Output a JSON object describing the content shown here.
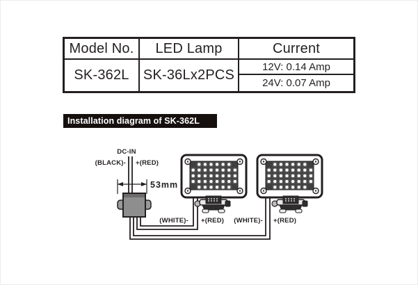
{
  "spec_table": {
    "col_headers": [
      "Model No.",
      "LED Lamp",
      "Current"
    ],
    "model_no": "SK-362L",
    "led_lamp": "SK-36Lx2PCS",
    "current_12v": "12V: 0.14 Amp",
    "current_24v": "24V: 0.07 Amp"
  },
  "section_header": {
    "title": "Installation diagram of SK-362L"
  },
  "diagram": {
    "dc_in_label": "DC-IN",
    "dc_negative_label": "(BLACK)-",
    "dc_positive_label": "+(RED)",
    "dimension_label": "53mm",
    "lamp1": {
      "negative_label": "(WHITE)-",
      "positive_label": "+(RED)"
    },
    "lamp2": {
      "negative_label": "(WHITE)-",
      "positive_label": "+(RED)"
    },
    "leds_per_lamp": 36,
    "led_pattern": [
      [
        0,
        1,
        1,
        1,
        1,
        1,
        1,
        0
      ],
      [
        1,
        1,
        1,
        1,
        1,
        1,
        1,
        1
      ],
      [
        1,
        1,
        1,
        1,
        1,
        1,
        1,
        1
      ],
      [
        1,
        1,
        1,
        1,
        1,
        1,
        1,
        1
      ],
      [
        0,
        1,
        1,
        1,
        1,
        1,
        1,
        0
      ]
    ],
    "colors": {
      "ink": "#231f20",
      "box_fill": "#8e8e8e",
      "panel_fill": "#404040",
      "led_dot": "#ffffff",
      "led_cell": "#5a5a5a"
    }
  }
}
